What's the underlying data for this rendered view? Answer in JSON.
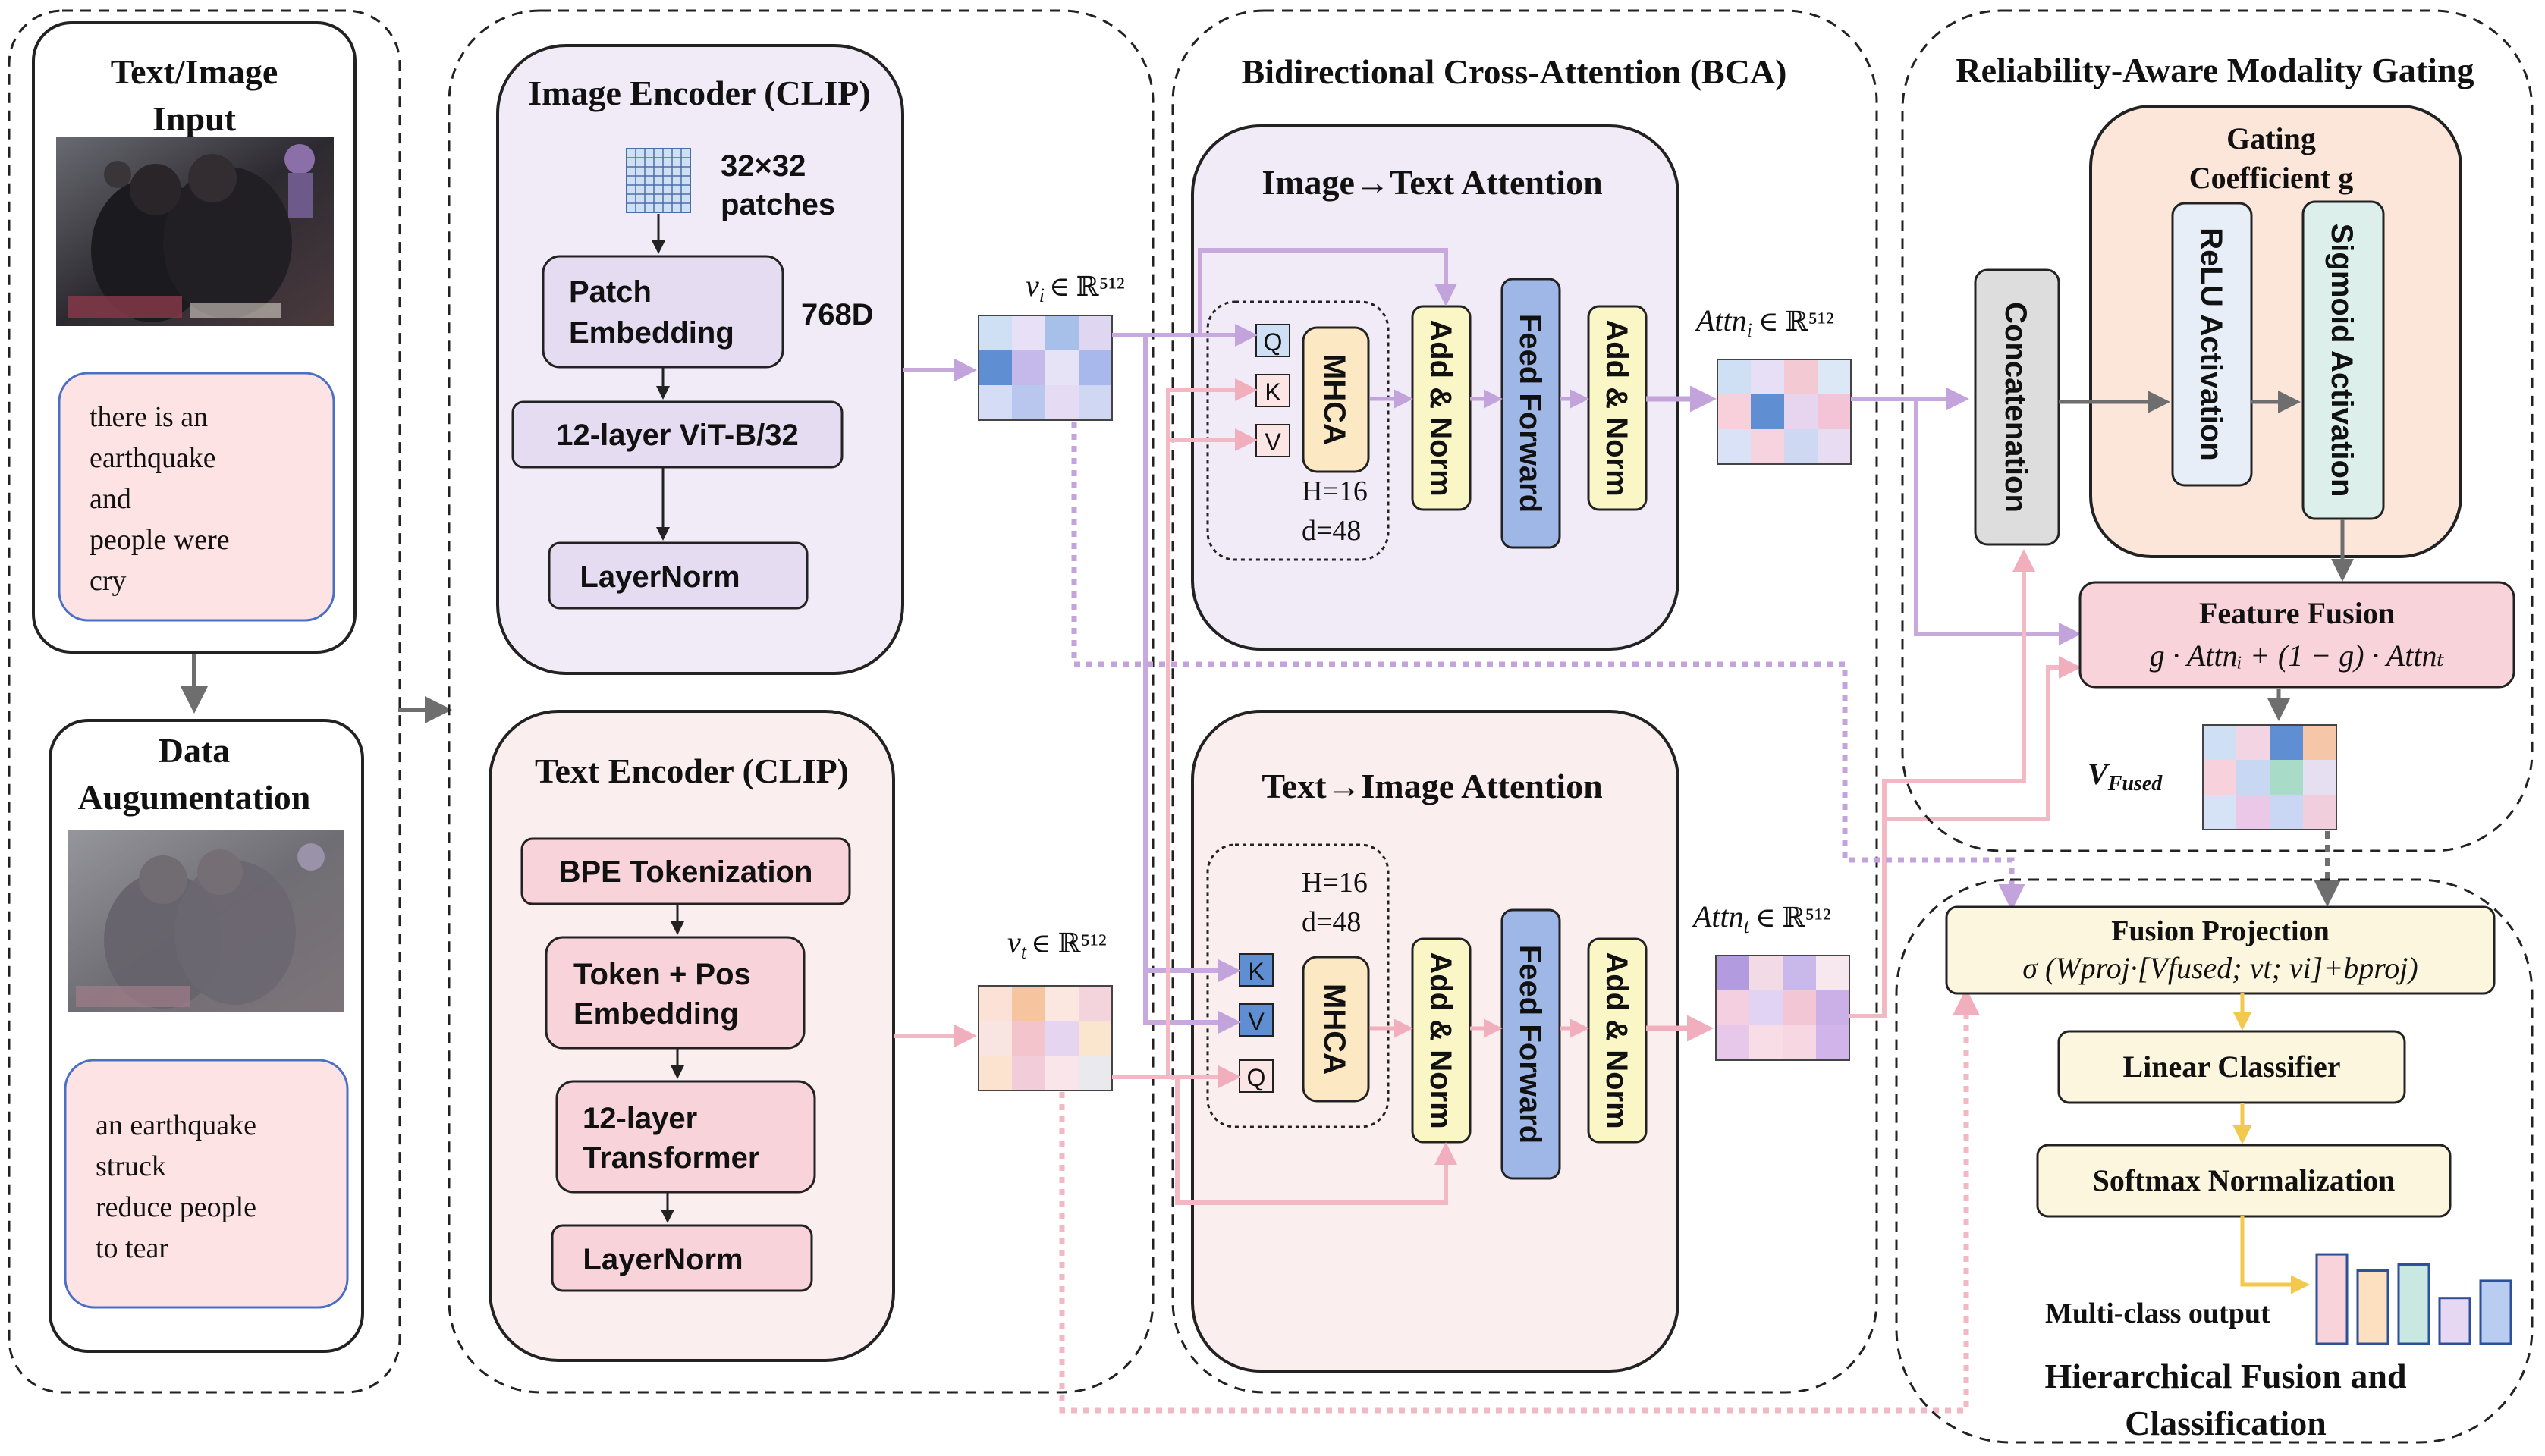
{
  "input_panel": {
    "title_line1": "Text/Image",
    "title_line2": "Input",
    "text_sample": [
      "there is an",
      "earthquake",
      "and",
      "people were",
      "cry"
    ]
  },
  "augment_panel": {
    "title_line1": "Data",
    "title_line2": "Augumentation",
    "text_sample": [
      "an earthquake",
      "struck",
      "reduce people",
      "to tear"
    ]
  },
  "image_encoder": {
    "title": "Image Encoder (CLIP)",
    "patches_line1": "32×32",
    "patches_line2": "patches",
    "patch_embedding_line1": "Patch",
    "patch_embedding_line2": "Embedding",
    "dim": "768D",
    "vit": "12-layer ViT-B/32",
    "layernorm": "LayerNorm"
  },
  "text_encoder": {
    "title": "Text Encoder (CLIP)",
    "bpe": "BPE Tokenization",
    "token_line1": "Token + Pos",
    "token_line2": "Embedding",
    "transformer_line1": "12-layer",
    "transformer_line2": "Transformer",
    "layernorm": "LayerNorm"
  },
  "features": {
    "vi_label": "v",
    "vi_sub": "i",
    "vi_space": "∈ ℝ⁵¹²",
    "vt_label": "v",
    "vt_sub": "t",
    "vt_space": "∈ ℝ⁵¹²"
  },
  "bca": {
    "title": "Bidirectional Cross-Attention (BCA)",
    "img2txt_title": "Image→Text Attention",
    "txt2img_title": "Text→Image Attention",
    "q": "Q",
    "k": "K",
    "v": "V",
    "mhca": "MHCA",
    "heads": "H=16",
    "dim": "d=48",
    "add_norm": "Add & Norm",
    "feed_forward": "Feed Forward",
    "attn_i_label": "Attn",
    "attn_i_sub": "i",
    "attn_i_space": "∈ ℝ⁵¹²",
    "attn_t_label": "Attn",
    "attn_t_sub": "t",
    "attn_t_space": "∈ ℝ⁵¹²"
  },
  "gating": {
    "title": "Reliability-Aware Modality Gating",
    "coef_line1": "Gating",
    "coef_line2": "Coefficient g",
    "concat": "Concatenation",
    "relu": "ReLU Activation",
    "sigmoid": "Sigmoid Activation",
    "fusion_title": "Feature Fusion",
    "fusion_formula": "g · Attnᵢ + (1 − g) · Attnₜ",
    "vfused_label": "V",
    "vfused_sub": "Fused"
  },
  "classification": {
    "title_line1": "Hierarchical Fusion and",
    "title_line2": "Classification",
    "projection_title": "Fusion Projection",
    "projection_formula": "σ (Wproj·[Vfused; vt; vi]+bproj)",
    "linear": "Linear Classifier",
    "softmax": "Softmax Normalization",
    "output_label": "Multi-class output",
    "output_bars": [
      0.88,
      0.72,
      0.78,
      0.45,
      0.62
    ]
  },
  "colors": {
    "purple_panel": "#f1ebf8",
    "pink_panel": "#fbeeee",
    "purple_line": "#c7a9de",
    "pink_line": "#f2b8c4",
    "yellow_box": "#fbf6c6",
    "blue_box": "#9fb7e6",
    "gray_arrow": "#707070",
    "gold_arrow": "#f2c94c"
  }
}
